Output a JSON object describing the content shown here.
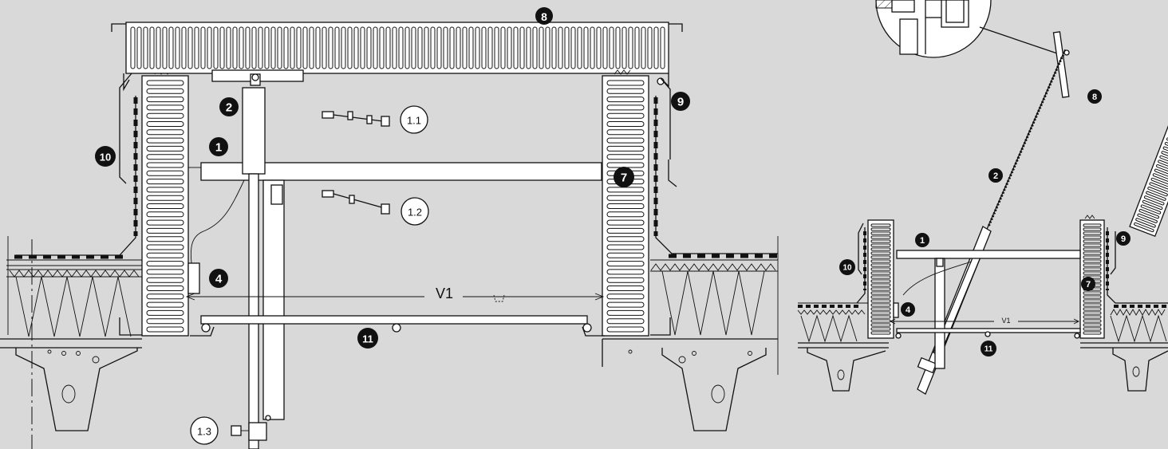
{
  "left_view": {
    "badges": {
      "b1": "1",
      "b2": "2",
      "b4": "4",
      "b7": "7",
      "b8": "8",
      "b9": "9",
      "b10": "10",
      "b11": "11"
    },
    "circled": {
      "c11": "1.1",
      "c12": "1.2",
      "c13": "1.3"
    },
    "dimension": "V1"
  },
  "right_view": {
    "badges": {
      "b1": "1",
      "b2": "2",
      "b4": "4",
      "b7": "7",
      "b8": "8",
      "b9": "9",
      "b10": "10",
      "b11": "11"
    },
    "dimension": "V1"
  }
}
